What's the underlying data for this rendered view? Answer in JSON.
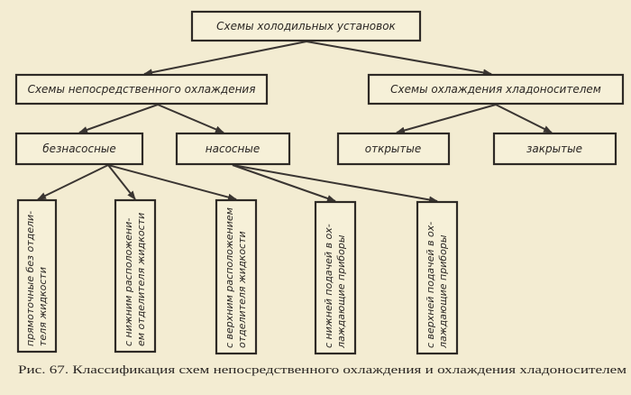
{
  "root": "Схемы холодильных установок",
  "level2": [
    "Схемы непосредственного охлаждения",
    "Схемы охлаждения хладоносителем"
  ],
  "level3": [
    "безнасосные",
    "насосные",
    "открытые",
    "закрытые"
  ],
  "leaves": [
    [
      "прямоточные без отдели-",
      "теля жидкости"
    ],
    [
      "с нижним расположени-",
      "ем отделителя жидкости"
    ],
    [
      "с верхним расположением",
      "отделителя жидкости"
    ],
    [
      "с нижней подачей в ох-",
      "лаждающие приборы"
    ],
    [
      "с верхней подачей в ох-",
      "лаждающие приборы"
    ]
  ],
  "caption": "Рис. 67. Классификация схем непосредственного охлаждения и охлаждения хладоносителем"
}
